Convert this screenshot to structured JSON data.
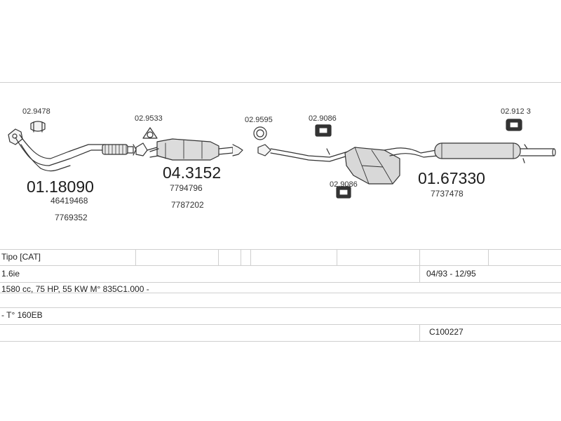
{
  "diagram": {
    "part_labels": {
      "main_01_18090": "01.18090",
      "sub_46419468": "46419468",
      "sub_7769352": "7769352",
      "clamp_02_9478": "02.9478",
      "gasket_02_9533": "02.9533",
      "main_04_3152": "04.3152",
      "sub_7794796": "7794796",
      "sub_7787202": "7787202",
      "ring_02_9595": "02.9595",
      "rubber_02_9086_top": "02.9086",
      "rubber_02_9086_bottom": "02.9086",
      "main_01_67330": "01.67330",
      "sub_7737478": "7737478",
      "rubber_02_9123": "02.912 3"
    }
  },
  "table": {
    "row1": {
      "col1": "Tipo  [CAT]"
    },
    "row2": {
      "col1": "1.6ie",
      "col2": "04/93 - 12/95"
    },
    "row3": {
      "col1": "1580 cc, 75 HP, 55 KW M° 835C1.000 -"
    },
    "row4": {
      "col1": "- T° 160EB"
    },
    "row5": {
      "col2": "C100227"
    }
  }
}
